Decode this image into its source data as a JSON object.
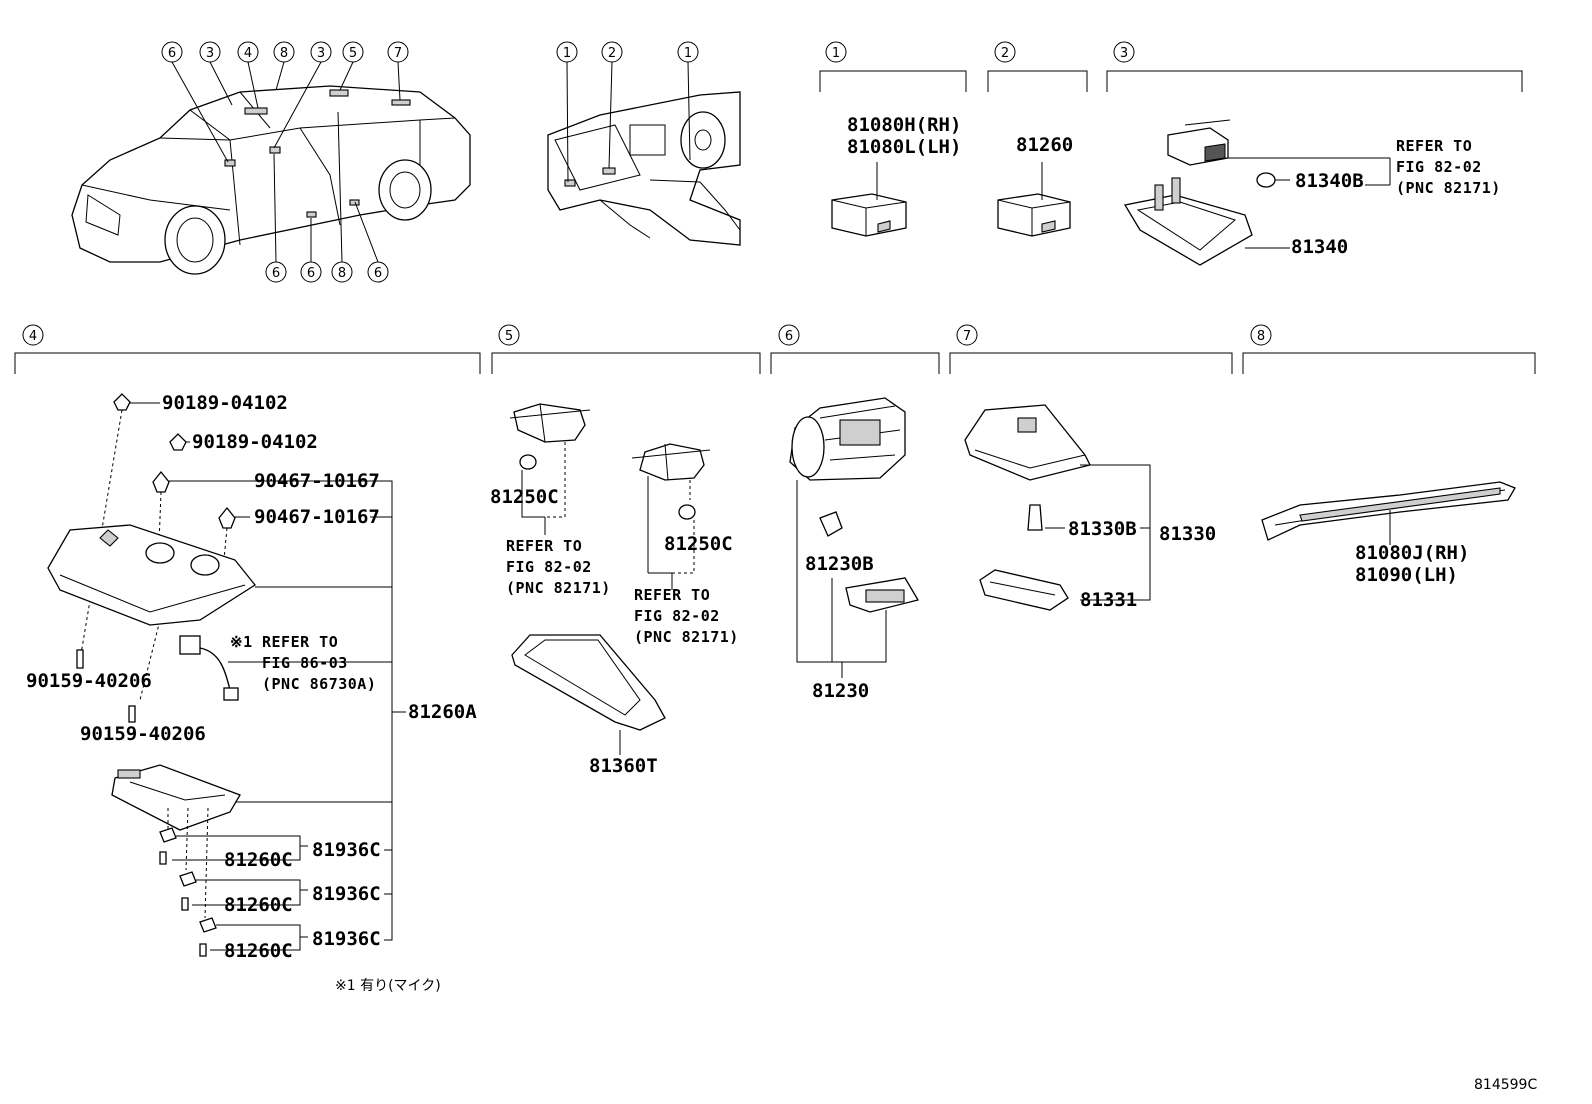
{
  "sections": [
    {
      "id": "1",
      "title": "1"
    },
    {
      "id": "2",
      "title": "2"
    },
    {
      "id": "3",
      "title": "3"
    },
    {
      "id": "4",
      "title": "4"
    },
    {
      "id": "5",
      "title": "5"
    },
    {
      "id": "6",
      "title": "6"
    },
    {
      "id": "7",
      "title": "7"
    },
    {
      "id": "8",
      "title": "8"
    }
  ],
  "car_callouts": [
    "6",
    "3",
    "4",
    "8",
    "3",
    "5",
    "7",
    "6",
    "6",
    "8",
    "6"
  ],
  "dash_callouts": [
    "1",
    "2",
    "1"
  ],
  "labels": {
    "s1_a": "81080H(RH)",
    "s1_b": "81080L(LH)",
    "s2": "81260",
    "s3_bulb": "81340B",
    "s3_lamp": "81340",
    "s3_ref1": "REFER TO",
    "s3_ref2": "FIG 82-02",
    "s3_ref3": "(PNC 82171)",
    "s4_clip1": "90189-04102",
    "s4_clip2": "90189-04102",
    "s4_nut1": "90467-10167",
    "s4_nut2": "90467-10167",
    "s4_ref0": "※1",
    "s4_ref1": "REFER TO",
    "s4_ref2": "FIG 86-03",
    "s4_ref3": "(PNC 86730A)",
    "s4_screw1": "90159-40206",
    "s4_screw2": "90159-40206",
    "s4_assy": "81260A",
    "s4_bulb1": "81260C",
    "s4_bulb2": "81260C",
    "s4_bulb3": "81260C",
    "s4_sock1": "81936C",
    "s4_sock2": "81936C",
    "s4_sock3": "81936C",
    "s4_note": "※1 有り(マイク)",
    "s5_bulb1": "81250C",
    "s5_ref1a": "REFER TO",
    "s5_ref1b": "FIG 82-02",
    "s5_ref1c": "(PNC 82171)",
    "s5_bulb2": "81250C",
    "s5_ref2a": "REFER TO",
    "s5_ref2b": "FIG 82-02",
    "s5_ref2c": "(PNC 82171)",
    "s5_lamp": "81360T",
    "s6_bulb": "81230B",
    "s6_lamp": "81230",
    "s7_bulb": "81330B",
    "s7_lamp": "81330",
    "s7_lens": "81331",
    "s8_a": "81080J(RH)",
    "s8_b": "81090(LH)"
  },
  "diagram_code": "814599C"
}
